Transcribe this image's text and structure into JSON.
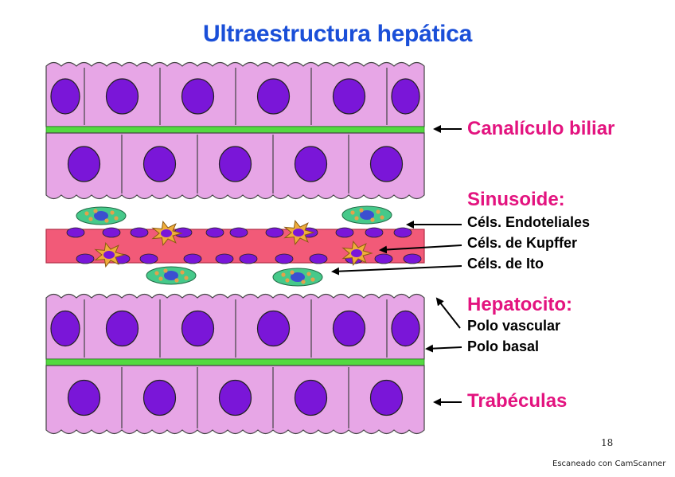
{
  "title": "Ultraestructura hepática",
  "labels": {
    "canaliculo": "Canalículo biliar",
    "sinusoide": "Sinusoide:",
    "endoteliales": "Céls. Endoteliales",
    "kupffer": "Céls. de Kupffer",
    "ito": "Céls. de Ito",
    "hepatocito": "Hepatocito:",
    "polo_vascular": "Polo vascular",
    "polo_basal": "Polo basal",
    "trabeculas": "Trabéculas"
  },
  "page_number": "18",
  "scanner_note": "Escaneado con CamScanner",
  "colors": {
    "title": "#1a4fd8",
    "accent_label": "#e3137f",
    "cell": "#e7a6e6",
    "nucleus": "#7a16d8",
    "canaliculus": "#53d940",
    "sinusoid": "#f25a78",
    "kupffer": "#f0ad3a",
    "ito": "#46c98a"
  }
}
